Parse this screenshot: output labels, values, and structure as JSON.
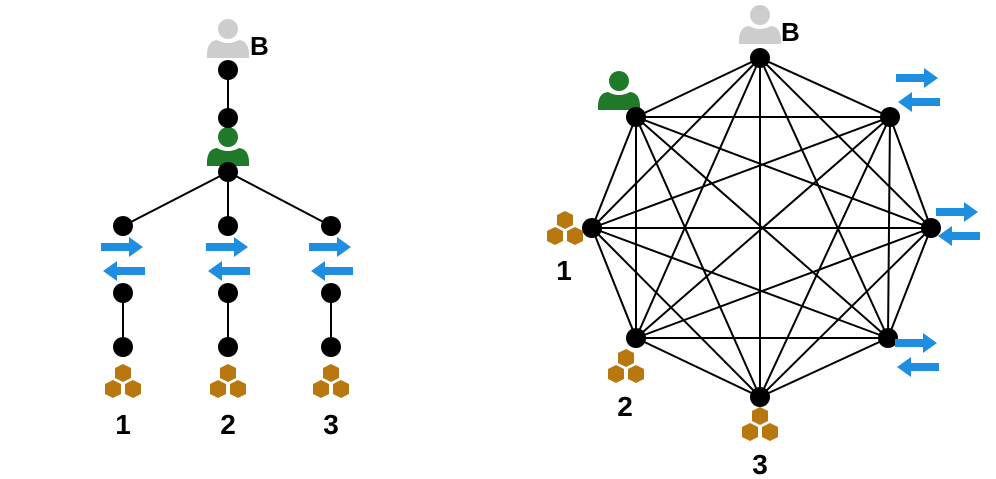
{
  "colors": {
    "node": "#000000",
    "edge": "#000000",
    "bystander_person": "#cdcdcd",
    "active_person": "#217a2a",
    "arrow": "#1e8fe0",
    "package": "#b8780f"
  },
  "left_diagram": {
    "name": "star-hub-topology",
    "top_person_label": "B",
    "package_labels": [
      "1",
      "2",
      "3"
    ]
  },
  "right_diagram": {
    "name": "full-mesh-topology",
    "top_person_label": "B",
    "package_labels": [
      "1",
      "2",
      "3"
    ],
    "node_roles": [
      "person-B",
      "transfer",
      "transfer",
      "transfer",
      "package-3",
      "package-2",
      "package-1",
      "person-active"
    ]
  }
}
